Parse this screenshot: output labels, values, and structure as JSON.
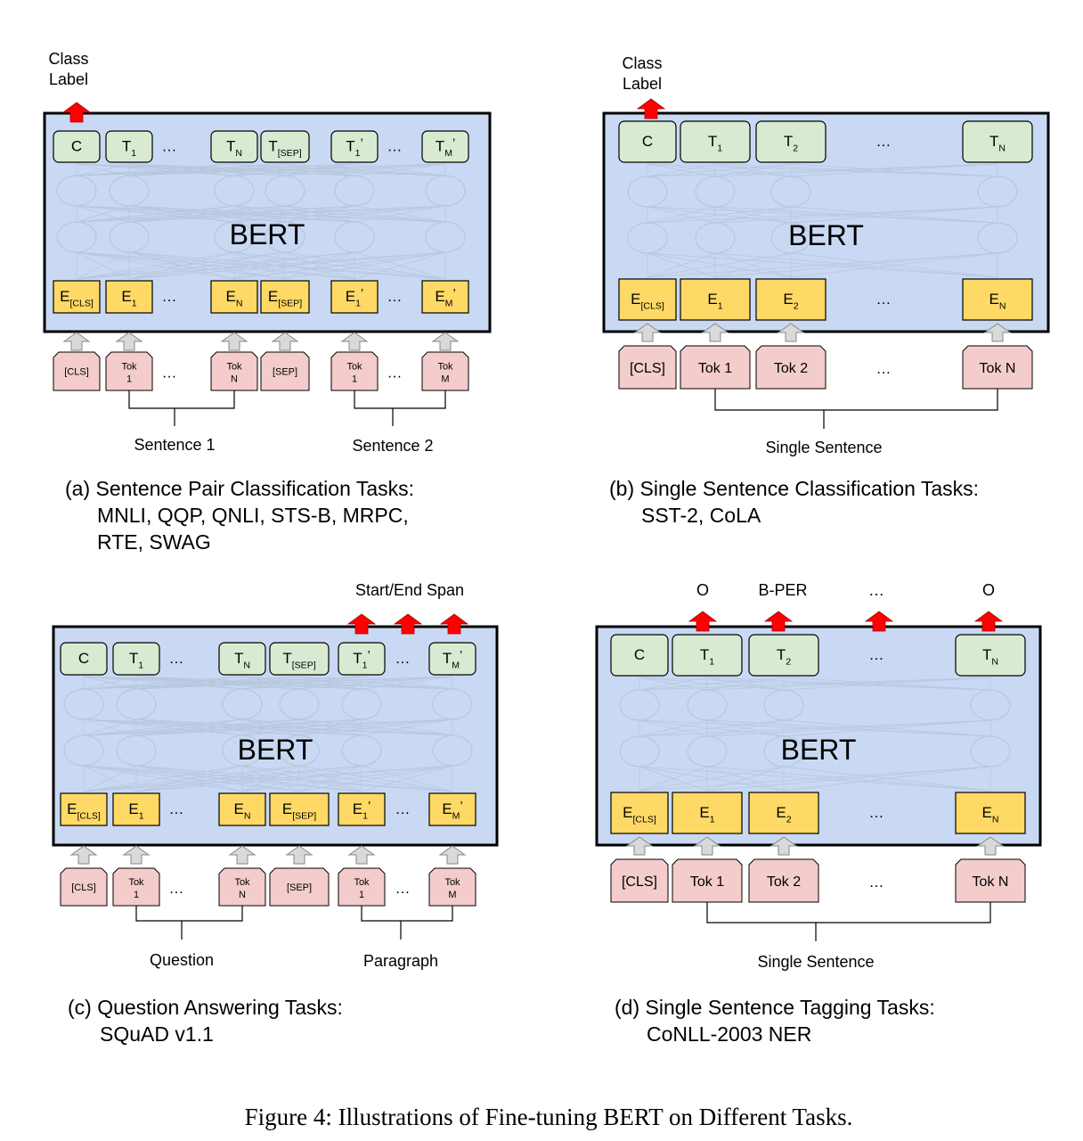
{
  "figure_caption": "Figure 4: Illustrations of Fine-tuning BERT on Different Tasks.",
  "colors": {
    "panel": "#c9d9f3",
    "output_box": "#d9ead3",
    "embed_box": "#ffd966",
    "input_box": "#f4cccc",
    "arrow_up": "#ff0000",
    "arrow_in": "#d9d9d9"
  },
  "panels": [
    {
      "id": "a",
      "model": "BERT",
      "caption": [
        "(a) Sentence Pair Classification Tasks:",
        "MNLI, QQP, QNLI, STS-B, MRPC,",
        "RTE, SWAG"
      ],
      "output_labels": [
        {
          "text": "Class",
          "line2": "Label"
        }
      ],
      "outputs": [
        {
          "m": "C",
          "s": ""
        },
        {
          "m": "T",
          "s": "1"
        },
        {
          "m": "…",
          "s": ""
        },
        {
          "m": "T",
          "s": "N"
        },
        {
          "m": "T",
          "s": "[SEP]"
        },
        {
          "m": "T",
          "s": "1",
          "p": "’"
        },
        {
          "m": "…",
          "s": ""
        },
        {
          "m": "T",
          "s": "M",
          "p": "’"
        }
      ],
      "embeddings": [
        {
          "m": "E",
          "s": "[CLS]"
        },
        {
          "m": "E",
          "s": "1"
        },
        {
          "m": "…",
          "s": ""
        },
        {
          "m": "E",
          "s": "N"
        },
        {
          "m": "E",
          "s": "[SEP]"
        },
        {
          "m": "E",
          "s": "1",
          "p": "’"
        },
        {
          "m": "…",
          "s": ""
        },
        {
          "m": "E",
          "s": "M",
          "p": "’"
        }
      ],
      "inputs": [
        {
          "l1": "[CLS]",
          "l2": ""
        },
        {
          "l1": "Tok",
          "l2": "1"
        },
        {
          "l1": "…",
          "l2": ""
        },
        {
          "l1": "Tok",
          "l2": "N"
        },
        {
          "l1": "[SEP]",
          "l2": ""
        },
        {
          "l1": "Tok",
          "l2": "1"
        },
        {
          "l1": "…",
          "l2": ""
        },
        {
          "l1": "Tok",
          "l2": "M"
        }
      ],
      "groups": [
        "Sentence 1",
        "Sentence 2"
      ]
    },
    {
      "id": "b",
      "model": "BERT",
      "caption": [
        "(b) Single Sentence Classification Tasks:",
        "SST-2, CoLA"
      ],
      "output_labels": [
        {
          "text": "Class",
          "line2": "Label"
        }
      ],
      "outputs": [
        {
          "m": "C",
          "s": ""
        },
        {
          "m": "T",
          "s": "1"
        },
        {
          "m": "T",
          "s": "2"
        },
        {
          "m": "…",
          "s": ""
        },
        {
          "m": "T",
          "s": "N"
        }
      ],
      "embeddings": [
        {
          "m": "E",
          "s": "[CLS]"
        },
        {
          "m": "E",
          "s": "1"
        },
        {
          "m": "E",
          "s": "2"
        },
        {
          "m": "…",
          "s": ""
        },
        {
          "m": "E",
          "s": "N"
        }
      ],
      "inputs": [
        {
          "l1": "[CLS]",
          "l2": ""
        },
        {
          "l1": "Tok 1",
          "l2": ""
        },
        {
          "l1": "Tok 2",
          "l2": ""
        },
        {
          "l1": "…",
          "l2": ""
        },
        {
          "l1": "Tok N",
          "l2": ""
        }
      ],
      "groups": [
        "Single Sentence"
      ]
    },
    {
      "id": "c",
      "model": "BERT",
      "caption": [
        "(c) Question Answering Tasks:",
        "SQuAD v1.1"
      ],
      "output_labels": [
        {
          "text": "Start/End Span",
          "line2": ""
        }
      ],
      "outputs": [
        {
          "m": "C",
          "s": ""
        },
        {
          "m": "T",
          "s": "1"
        },
        {
          "m": "…",
          "s": ""
        },
        {
          "m": "T",
          "s": "N"
        },
        {
          "m": "T",
          "s": "[SEP]"
        },
        {
          "m": "T",
          "s": "1",
          "p": "’"
        },
        {
          "m": "…",
          "s": ""
        },
        {
          "m": "T",
          "s": "M",
          "p": "’"
        }
      ],
      "embeddings": [
        {
          "m": "E",
          "s": "[CLS]"
        },
        {
          "m": "E",
          "s": "1"
        },
        {
          "m": "…",
          "s": ""
        },
        {
          "m": "E",
          "s": "N"
        },
        {
          "m": "E",
          "s": "[SEP]"
        },
        {
          "m": "E",
          "s": "1",
          "p": "’"
        },
        {
          "m": "…",
          "s": ""
        },
        {
          "m": "E",
          "s": "M",
          "p": "’"
        }
      ],
      "inputs": [
        {
          "l1": "[CLS]",
          "l2": ""
        },
        {
          "l1": "Tok",
          "l2": "1"
        },
        {
          "l1": "…",
          "l2": ""
        },
        {
          "l1": "Tok",
          "l2": "N"
        },
        {
          "l1": "[SEP]",
          "l2": ""
        },
        {
          "l1": "Tok",
          "l2": "1"
        },
        {
          "l1": "…",
          "l2": ""
        },
        {
          "l1": "Tok",
          "l2": "M"
        }
      ],
      "groups": [
        "Question",
        "Paragraph"
      ]
    },
    {
      "id": "d",
      "model": "BERT",
      "caption": [
        "(d) Single Sentence Tagging Tasks:",
        "CoNLL-2003 NER"
      ],
      "output_labels": [
        {
          "text": "O"
        },
        {
          "text": "B-PER"
        },
        {
          "text": "…"
        },
        {
          "text": "O"
        }
      ],
      "outputs": [
        {
          "m": "C",
          "s": ""
        },
        {
          "m": "T",
          "s": "1"
        },
        {
          "m": "T",
          "s": "2"
        },
        {
          "m": "…",
          "s": ""
        },
        {
          "m": "T",
          "s": "N"
        }
      ],
      "embeddings": [
        {
          "m": "E",
          "s": "[CLS]"
        },
        {
          "m": "E",
          "s": "1"
        },
        {
          "m": "E",
          "s": "2"
        },
        {
          "m": "…",
          "s": ""
        },
        {
          "m": "E",
          "s": "N"
        }
      ],
      "inputs": [
        {
          "l1": "[CLS]",
          "l2": ""
        },
        {
          "l1": "Tok 1",
          "l2": ""
        },
        {
          "l1": "Tok 2",
          "l2": ""
        },
        {
          "l1": "…",
          "l2": ""
        },
        {
          "l1": "Tok N",
          "l2": ""
        }
      ],
      "groups": [
        "Single Sentence"
      ]
    }
  ]
}
